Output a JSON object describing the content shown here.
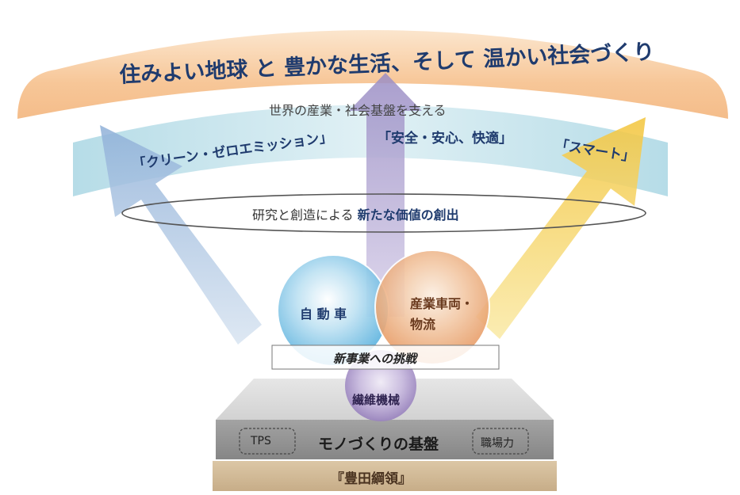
{
  "vision": {
    "title": "住みよい地球 と 豊かな生活、そして 温かい社会づくり"
  },
  "support": {
    "caption": "世界の産業・社会基盤を支える",
    "keywords": [
      "「クリーン・ゼロエミッション」",
      "「安全・安心、快適」",
      "「スマート」"
    ]
  },
  "research": {
    "prefix": "研究と創造による ",
    "emphasis": "新たな価値の創出"
  },
  "businesses": {
    "automotive": "自 動 車",
    "industrial_line1": "産業車両・",
    "industrial_line2": "物流",
    "textile": "繊維機械"
  },
  "new_business": "新事業への挑戦",
  "foundation": {
    "title": "モノづくりの基盤",
    "left_tag": "TPS",
    "right_tag": "職場力"
  },
  "base": {
    "title": "『豊田綱領』"
  },
  "colors": {
    "arc_orange": "#f6c08c",
    "band_blue": "#b4dbe6",
    "arrow_blue": "#9cb6d9",
    "arrow_purple": "#a79ac9",
    "arrow_yellow": "#f5cf58",
    "circle_blue": "#76c0e4",
    "circle_orange": "#eda877",
    "circle_purple": "#a08ac0",
    "platform_gray": "#8f8f8f",
    "base_tan": "#cfb795",
    "text_navy": "#1f3b6e"
  }
}
